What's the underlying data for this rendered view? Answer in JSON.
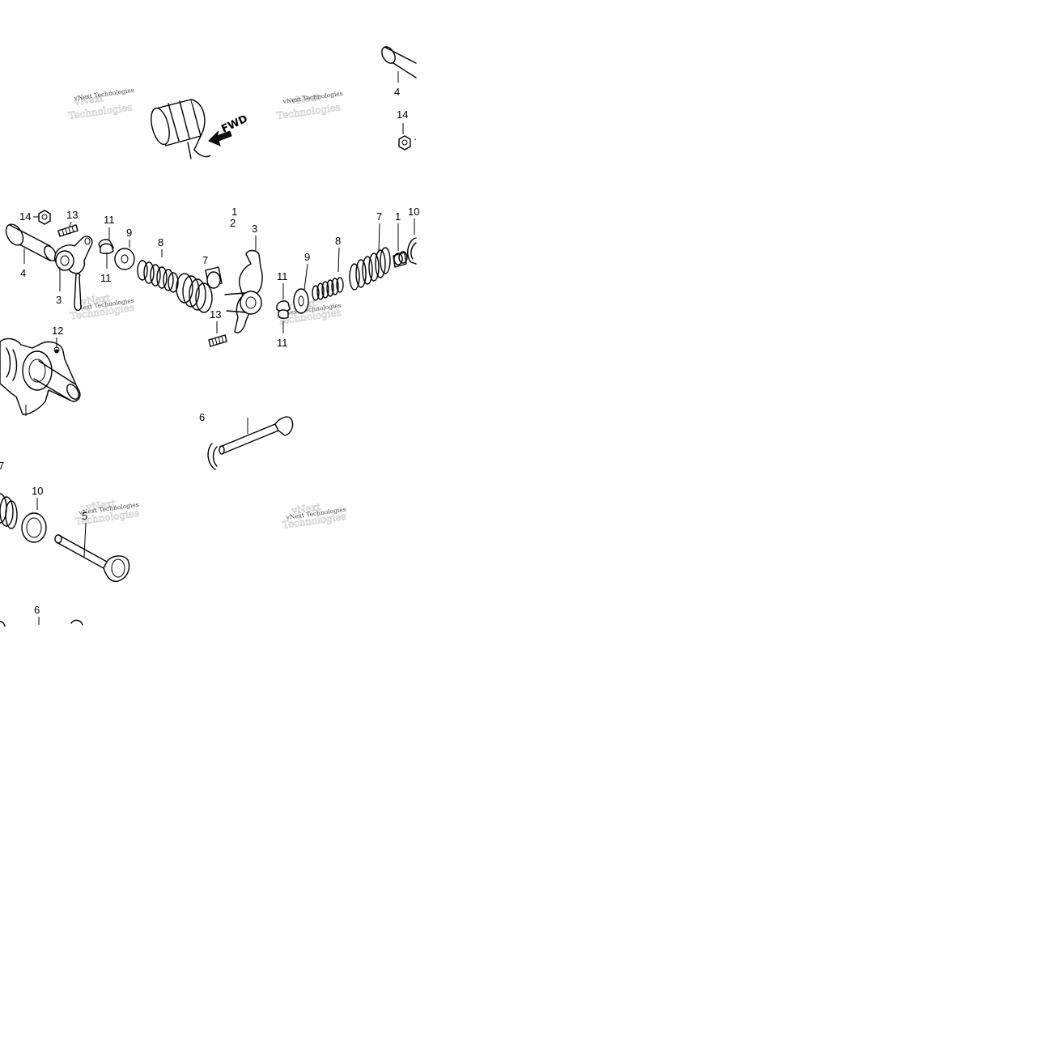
{
  "diagram": {
    "watermark_text": "vNext Technologies",
    "direction_label": "FWD",
    "callouts": [
      {
        "id": "c-4-top",
        "text": "4"
      },
      {
        "id": "c-14-top",
        "text": "14"
      },
      {
        "id": "c-14-left",
        "text": "14"
      },
      {
        "id": "c-13-left",
        "text": "13"
      },
      {
        "id": "c-11-a",
        "text": "11"
      },
      {
        "id": "c-9-a",
        "text": "9"
      },
      {
        "id": "c-8-a",
        "text": "8"
      },
      {
        "id": "c-1-mid",
        "text": "1"
      },
      {
        "id": "c-2-mid",
        "text": "2"
      },
      {
        "id": "c-3-right",
        "text": "3"
      },
      {
        "id": "c-7-right",
        "text": "7"
      },
      {
        "id": "c-1-right",
        "text": "1"
      },
      {
        "id": "c-10-right",
        "text": "10"
      },
      {
        "id": "c-8-right",
        "text": "8"
      },
      {
        "id": "c-9-right",
        "text": "9"
      },
      {
        "id": "c-11-right-top",
        "text": "11"
      },
      {
        "id": "c-11-right-bottom",
        "text": "11"
      },
      {
        "id": "c-4-left",
        "text": "4"
      },
      {
        "id": "c-3-left",
        "text": "3"
      },
      {
        "id": "c-11-b",
        "text": "11"
      },
      {
        "id": "c-7-mid",
        "text": "7"
      },
      {
        "id": "c-13-mid",
        "text": "13"
      },
      {
        "id": "c-12",
        "text": "12"
      },
      {
        "id": "c-6-mid",
        "text": "6"
      },
      {
        "id": "c-10-bottom",
        "text": "10"
      },
      {
        "id": "c-5",
        "text": "5"
      },
      {
        "id": "c-6-bottom",
        "text": "6"
      },
      {
        "id": "c-7-bottom",
        "text": "7"
      }
    ]
  }
}
